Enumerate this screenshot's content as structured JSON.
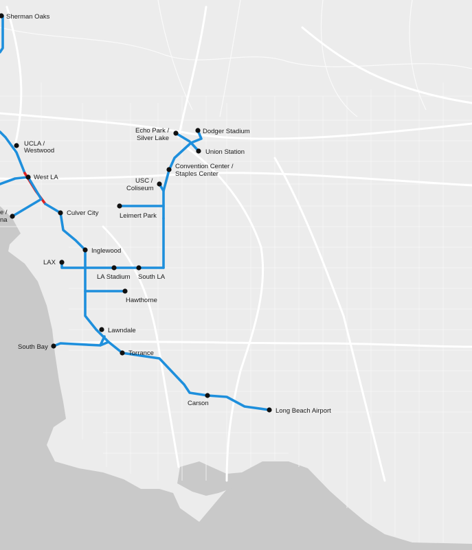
{
  "colors": {
    "land": "#ececec",
    "water": "#c9c9c9",
    "route": "#1e8fdc",
    "route_highlight": "#e02020",
    "station": "#111111"
  },
  "stations": {
    "sherman_oaks": "Sherman Oaks",
    "ucla_1": "UCLA /",
    "ucla_2": "Westwood",
    "west_la": "West LA",
    "marina_1": "e /",
    "marina_2": "na",
    "culver_city": "Culver City",
    "echo_park_1": "Echo Park /",
    "echo_park_2": "Silver Lake",
    "dodger_stadium": "Dodger Stadium",
    "union_station": "Union Station",
    "convention_1": "Convention Center /",
    "convention_2": "Staples Center",
    "usc_1": "USC /",
    "usc_2": "Coliseum",
    "leimert_park": "Leimert Park",
    "inglewood": "Inglewood",
    "lax": "LAX",
    "la_stadium": "LA Stadium",
    "south_la": "South LA",
    "hawthorne": "Hawthorne",
    "lawndale": "Lawndale",
    "south_bay": "South Bay",
    "torrance": "Torrance",
    "carson": "Carson",
    "long_beach_airport": "Long Beach Airport"
  }
}
